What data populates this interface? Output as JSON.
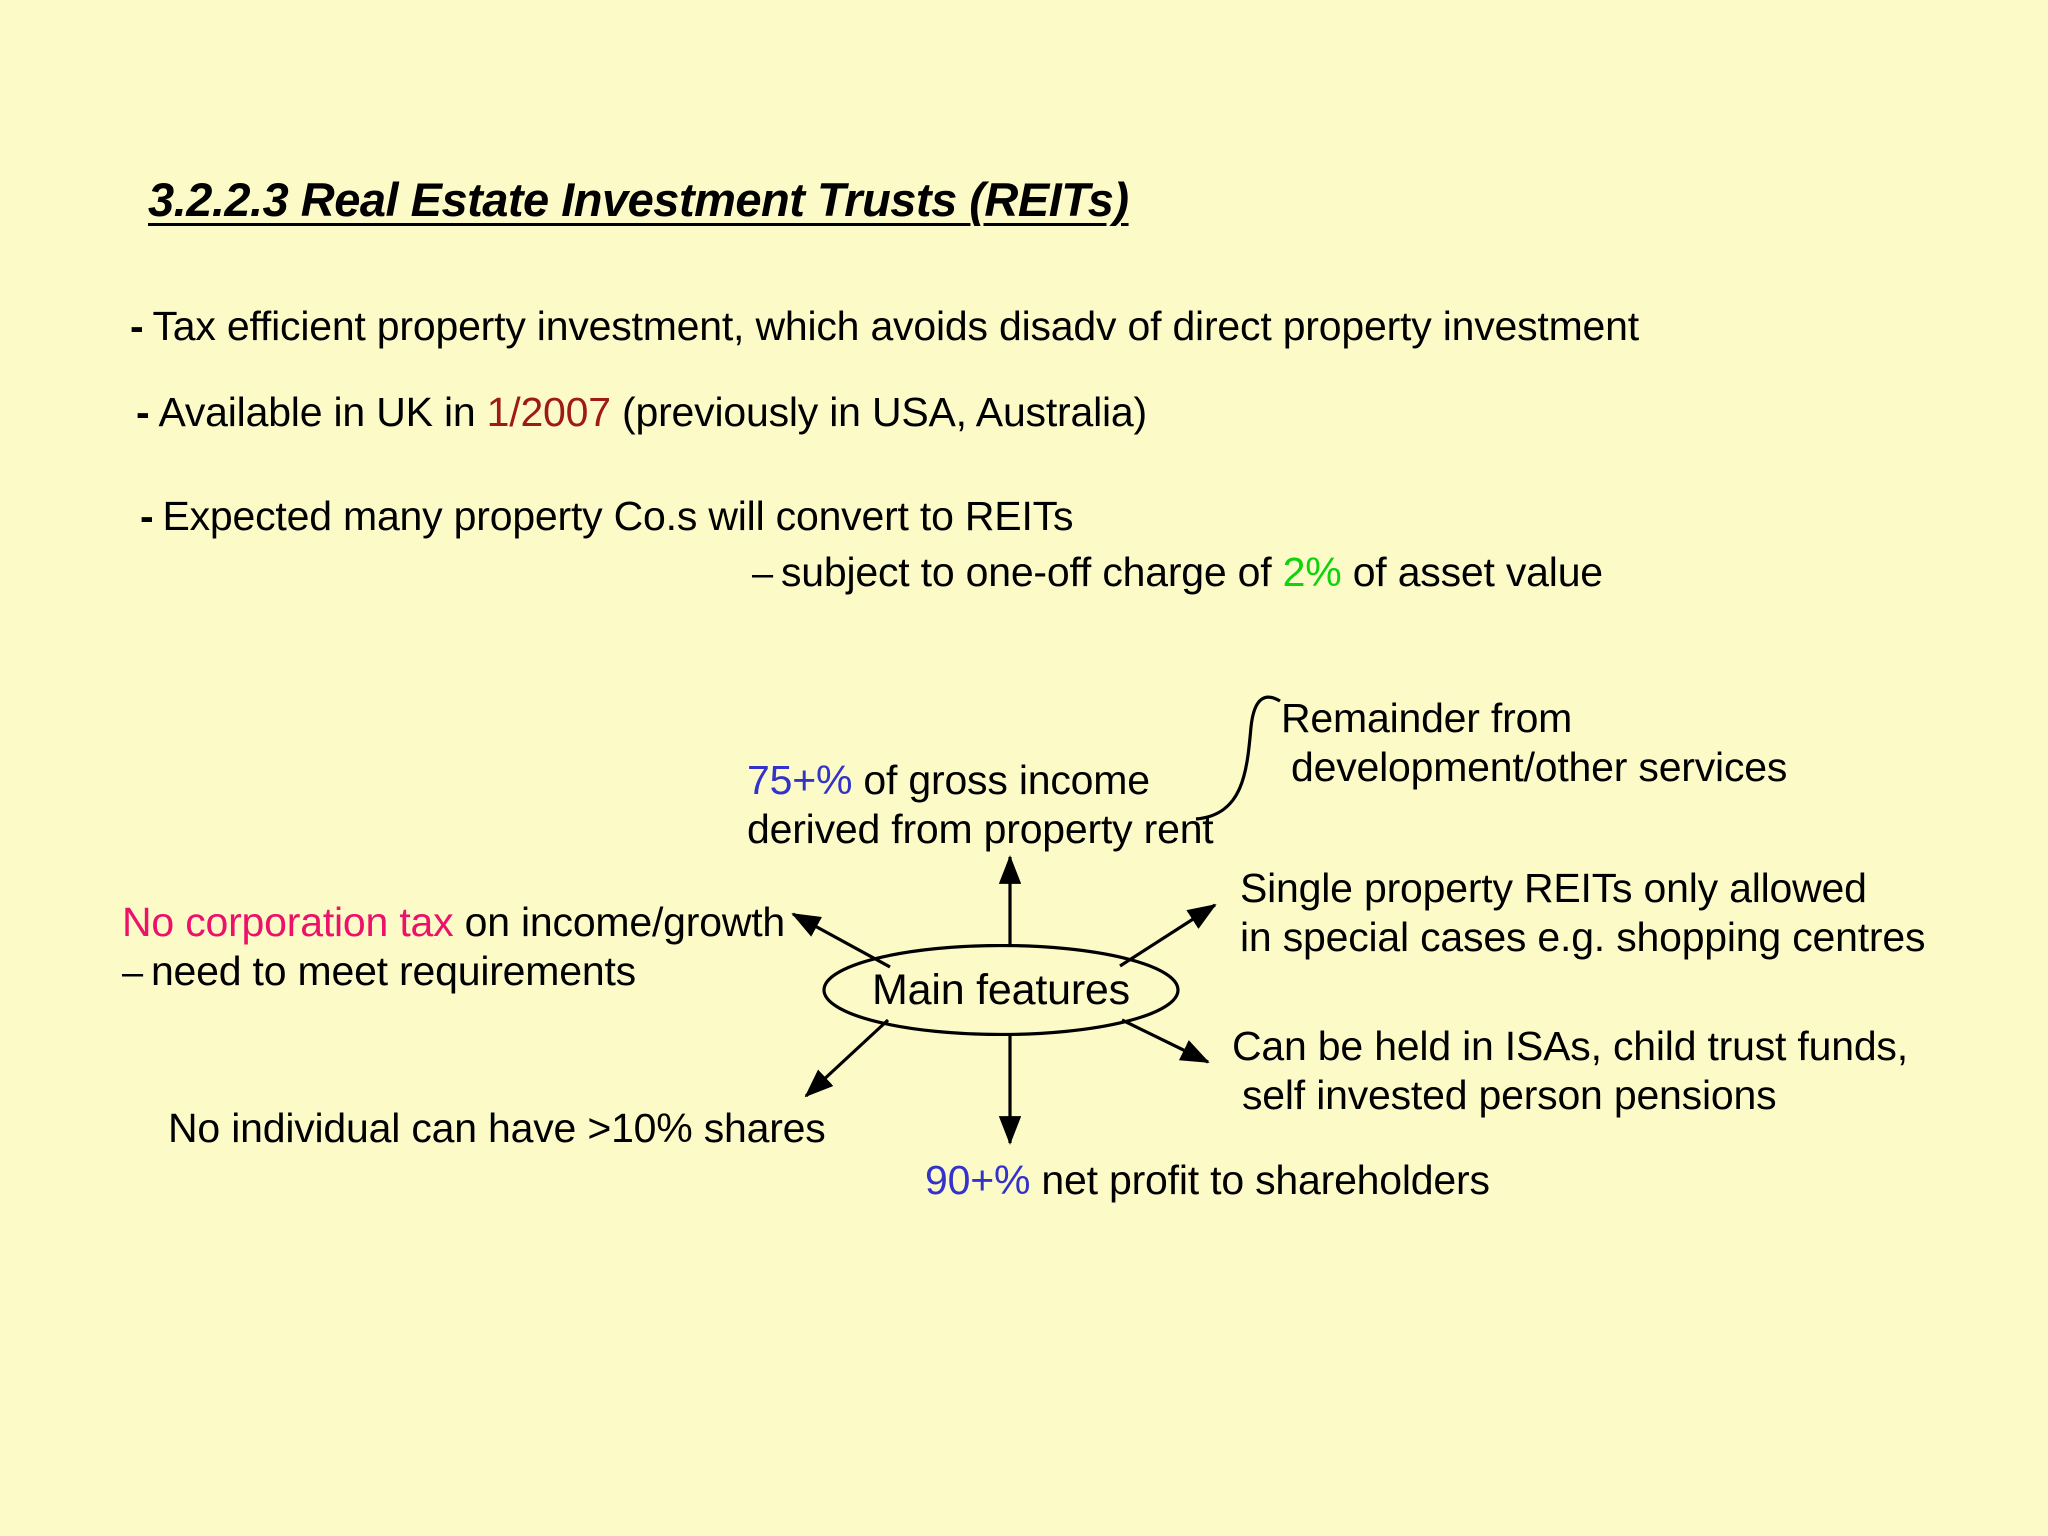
{
  "slide": {
    "background_color": "#fcfbc8",
    "title": "3.2.2.3 Real Estate Investment Trusts (REITs)"
  },
  "bullets": [
    {
      "marker": "-",
      "text": "Tax efficient property investment, which avoids disadv of direct property investment"
    },
    {
      "marker": "-",
      "pre": "Available in UK in ",
      "highlight": "1/2007",
      "highlight_color": "#9e1b15",
      "post": " (previously in USA, Australia)"
    },
    {
      "marker": "-",
      "text": "Expected many property Co.s will convert to REITs"
    }
  ],
  "sub_bullets": [
    {
      "marker": "–",
      "pre": "subject to one-off charge of ",
      "highlight": "2%",
      "highlight_color": "#0ed30e",
      "post": " of asset value"
    }
  ],
  "diagram": {
    "center_node": "Main features",
    "labels": {
      "gross_income": {
        "highlight": "75+%",
        "highlight_color": "#3333cc",
        "line1_rest": " of gross income",
        "line2": "derived from property rent"
      },
      "remainder": {
        "line1": "Remainder from",
        "line2": "development/other services"
      },
      "single_property": {
        "line1": "Single property REITs only allowed",
        "line2": "in special cases e.g. shopping centres"
      },
      "isas": {
        "line1": "Can be held in ISAs, child trust funds,",
        "line2": "self invested person pensions"
      },
      "net_profit": {
        "highlight": "90+%",
        "highlight_color": "#3333cc",
        "rest": " net profit to shareholders"
      },
      "no_individual": {
        "text": "No individual can have >10% shares"
      },
      "no_corporation_tax": {
        "highlight": "No corporation tax",
        "highlight_color": "#ec1169",
        "line1_rest": " on income/growth",
        "line2_marker": "–",
        "line2": "need to meet requirements"
      }
    }
  }
}
